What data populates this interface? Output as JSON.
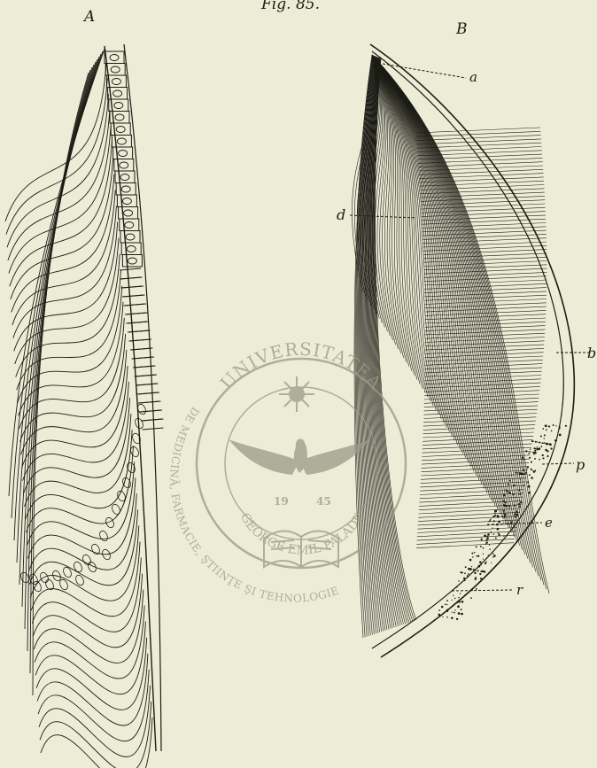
{
  "figure": {
    "caption": "Fig. 85.",
    "panel_a_label": "A",
    "panel_b_label": "B",
    "callouts": {
      "a": "a",
      "b": "b",
      "d": "d",
      "e": "e",
      "p": "p",
      "r": "r"
    }
  },
  "watermark": {
    "ring_top": "UNIVERSITATEA",
    "ring_left": "DE MEDICINĂ, FARMACIE, ŞTIINŢE ŞI TEHNOLOGIE",
    "inner_arc": "GEORGE EMIL PALADE",
    "year_left": "19",
    "year_right": "45"
  },
  "colors": {
    "paper": "#ecedd6",
    "ink": "#1c1c16",
    "stamp": "#9a9a88"
  }
}
